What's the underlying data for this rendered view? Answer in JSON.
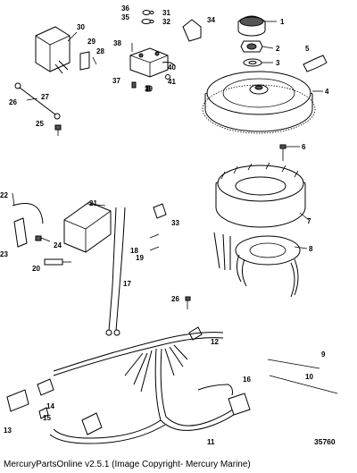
{
  "diagram": {
    "figure_number": "35760",
    "footer": "MercuryPartsOnline v2.5.1 (Image Copyright- Mercury Marine)",
    "callouts": [
      "1",
      "2",
      "3",
      "4",
      "5",
      "6",
      "7",
      "8",
      "9",
      "10",
      "11",
      "12",
      "13",
      "14",
      "15",
      "16",
      "17",
      "18",
      "19",
      "20",
      "21",
      "22",
      "23",
      "24",
      "25",
      "26",
      "27",
      "28",
      "29",
      "30",
      "31",
      "32",
      "33",
      "34",
      "35",
      "36",
      "37",
      "38",
      "39",
      "40",
      "41",
      "3",
      "26"
    ]
  }
}
